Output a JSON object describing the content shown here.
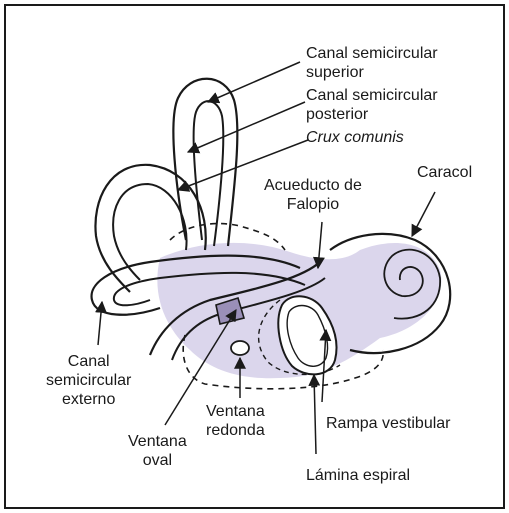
{
  "labels": {
    "canal_superior": [
      "Canal semicircular",
      "superior"
    ],
    "canal_posterior": [
      "Canal semicircular",
      "posterior"
    ],
    "crux_comunis": "Crux comunis",
    "acueducto": [
      "Acueducto de",
      "Falopio"
    ],
    "caracol": "Caracol",
    "canal_externo": [
      "Canal",
      "semicircular",
      "externo"
    ],
    "ventana_redonda": [
      "Ventana",
      "redonda"
    ],
    "ventana_oval": [
      "Ventana",
      "oval"
    ],
    "rampa_vestibular": "Rampa vestibular",
    "lamina_espiral": "Lámina espiral"
  },
  "colors": {
    "ink": "#1a1a1a",
    "shade": "#cfc8e6"
  }
}
